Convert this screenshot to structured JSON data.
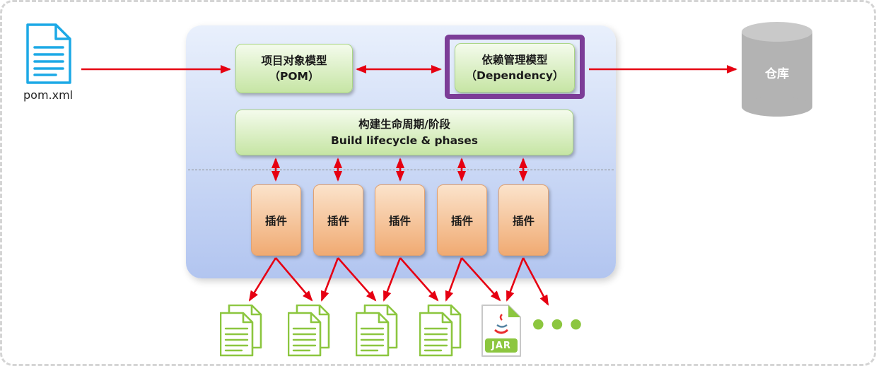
{
  "diagram": {
    "pom_file": {
      "label": "pom.xml"
    },
    "pom_model": {
      "line1": "项目对象模型",
      "line2": "（POM）"
    },
    "dependency_model": {
      "line1": "依赖管理模型",
      "line2": "（Dependency）"
    },
    "lifecycle": {
      "line1": "构建生命周期/阶段",
      "line2": "Build lifecycle & phases"
    },
    "plugins": [
      {
        "label": "插件"
      },
      {
        "label": "插件"
      },
      {
        "label": "插件"
      },
      {
        "label": "插件"
      },
      {
        "label": "插件"
      }
    ],
    "repository": {
      "label": "仓库"
    },
    "jar_badge": "JAR",
    "ellipsis": "● ● ●"
  },
  "colors": {
    "arrow": "#e60012",
    "panel_top": "#e9f0fc",
    "panel_bottom": "#b2c5f0",
    "green_top": "#f4fbec",
    "green_bottom": "#c6e5a4",
    "orange_top": "#fbe3cb",
    "orange_bottom": "#f0aa72",
    "purple": "#7c3d97",
    "doc_blue": "#1ca9e6",
    "doc_green": "#8cc63f",
    "cyl_body": "#b3b3b3",
    "cyl_top": "#c9c9c9"
  }
}
